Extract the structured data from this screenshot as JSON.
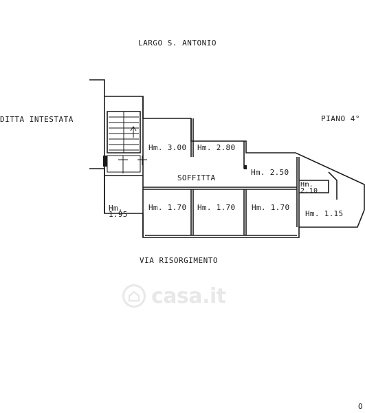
{
  "labels": {
    "street_top": "LARGO S. ANTONIO",
    "street_bottom": "VIA RISORGIMENTO",
    "owner": "DITTA INTESTATA",
    "floor": "PIANO 4°",
    "main_room": "SOFFITTA",
    "corner_mark": "O"
  },
  "rooms": {
    "r1": "Hm. 3.00",
    "r2": "Hm. 2.80",
    "r3": "Hm. 2.50",
    "r4a": "Hm.",
    "r4b": "2.10",
    "r5a": "Hm.",
    "r5b": "1.95",
    "r6": "Hm. 1.70",
    "r7": "Hm. 1.70",
    "r8": "Hm. 1.70",
    "r9": "Hm. 1.15"
  },
  "watermark": {
    "text": "casa.it"
  },
  "colors": {
    "ink": "#1a1a1a",
    "watermark": "#9a9a9a"
  }
}
